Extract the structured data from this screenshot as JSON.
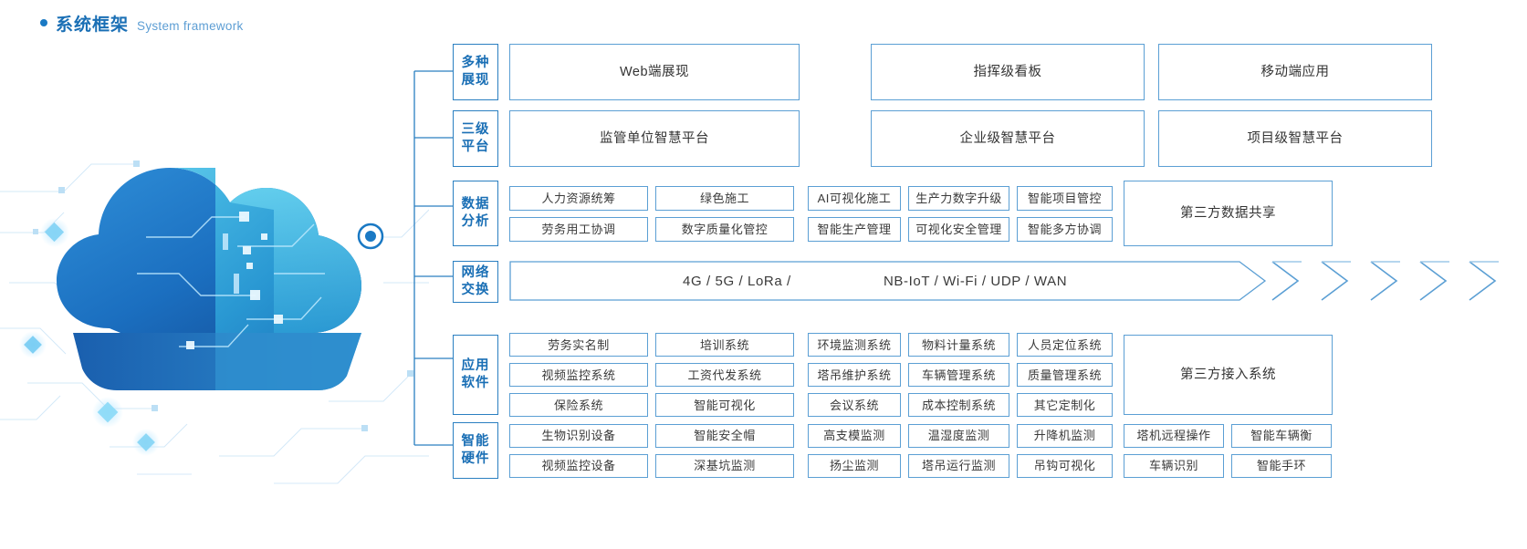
{
  "heading": {
    "zh": "系统框架",
    "en": "System framework",
    "bullet_color": "#1a79c4"
  },
  "theme": {
    "accent": "#1a6fb5",
    "border": "#5b9fd4",
    "label_border": "#2a7fc1",
    "text": "#3a3a3a"
  },
  "illustration": {
    "name": "cloud-network-graphic",
    "alt": "蓝色云计算与物联网络示意图"
  },
  "tiers": [
    {
      "label": "多种展现",
      "label_lines": [
        "多种",
        "展现"
      ],
      "groups": [
        {
          "rows": [
            {
              "cells": [
                "Web端展现"
              ]
            }
          ]
        },
        {
          "rows": [
            {
              "cells": [
                "指挥级看板"
              ]
            }
          ]
        },
        {
          "rows": [
            {
              "cells": [
                "移动端应用"
              ]
            }
          ]
        }
      ]
    },
    {
      "label": "三级平台",
      "label_lines": [
        "三级",
        "平台"
      ],
      "groups": [
        {
          "rows": [
            {
              "cells": [
                "监管单位智慧平台"
              ]
            }
          ]
        },
        {
          "rows": [
            {
              "cells": [
                "企业级智慧平台"
              ]
            }
          ]
        },
        {
          "rows": [
            {
              "cells": [
                "项目级智慧平台"
              ]
            }
          ]
        }
      ]
    },
    {
      "label": "数据分析",
      "label_lines": [
        "数据",
        "分析"
      ],
      "groups": [
        {
          "rows": [
            {
              "cells": [
                "人力资源统筹",
                "绿色施工"
              ]
            },
            {
              "cells": [
                "劳务用工协调",
                "数字质量化管控"
              ]
            }
          ]
        },
        {
          "rows": [
            {
              "cells": [
                "AI可视化施工",
                "生产力数字升级",
                "智能项目管控"
              ]
            },
            {
              "cells": [
                "智能生产管理",
                "可视化安全管理",
                "智能多方协调"
              ]
            }
          ]
        },
        {
          "rows": [
            {
              "cells": [
                "第三方数据共享"
              ]
            }
          ]
        }
      ]
    },
    {
      "label": "网络交换",
      "label_lines": [
        "网络",
        "交换"
      ],
      "bar_texts": [
        "4G / 5G / LoRa /",
        "NB-IoT / Wi-Fi / UDP / WAN"
      ],
      "chevron_count": 5
    },
    {
      "label": "应用软件",
      "label_lines": [
        "应用",
        "软件"
      ],
      "groups": [
        {
          "rows": [
            {
              "cells": [
                "劳务实名制",
                "培训系统"
              ]
            },
            {
              "cells": [
                "视频监控系统",
                "工资代发系统"
              ]
            },
            {
              "cells": [
                "保险系统",
                "智能可视化"
              ]
            }
          ]
        },
        {
          "rows": [
            {
              "cells": [
                "环境监测系统",
                "物料计量系统",
                "人员定位系统"
              ]
            },
            {
              "cells": [
                "塔吊维护系统",
                "车辆管理系统",
                "质量管理系统"
              ]
            },
            {
              "cells": [
                "会议系统",
                "成本控制系统",
                "其它定制化"
              ]
            }
          ]
        },
        {
          "rows": [
            {
              "cells": [
                "第三方接入系统"
              ]
            }
          ]
        }
      ]
    },
    {
      "label": "智能硬件",
      "label_lines": [
        "智能",
        "硬件"
      ],
      "groups": [
        {
          "rows": [
            {
              "cells": [
                "生物识别设备",
                "智能安全帽"
              ]
            },
            {
              "cells": [
                "视频监控设备",
                "深基坑监测"
              ]
            }
          ]
        },
        {
          "rows": [
            {
              "cells": [
                "高支模监测",
                "温湿度监测",
                "升降机监测"
              ]
            },
            {
              "cells": [
                "扬尘监测",
                "塔吊运行监测",
                "吊钩可视化"
              ]
            }
          ]
        },
        {
          "rows": [
            {
              "cells": [
                "塔机远程操作",
                "智能车辆衡"
              ]
            },
            {
              "cells": [
                "车辆识别",
                "智能手环"
              ]
            }
          ]
        }
      ]
    }
  ]
}
